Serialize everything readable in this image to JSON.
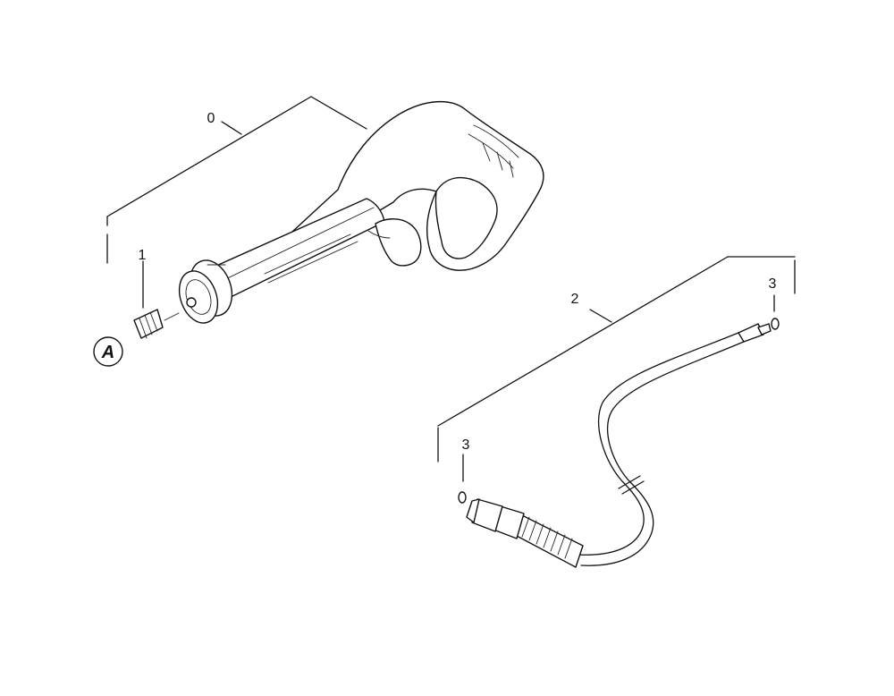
{
  "callouts": {
    "gun_assembly": "0",
    "spring": "1",
    "hose": "2",
    "oring_right": "3",
    "oring_left": "3",
    "detail_marker": "A"
  }
}
